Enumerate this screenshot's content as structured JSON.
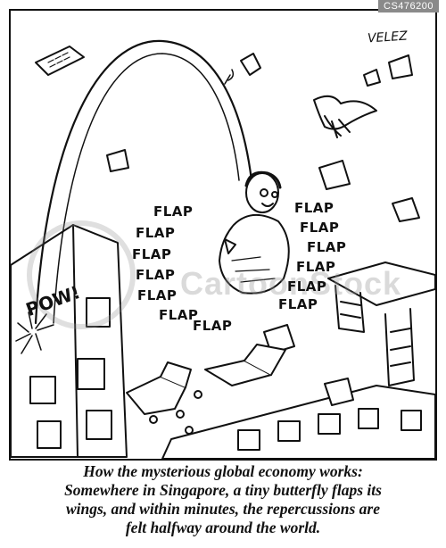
{
  "stamp": "CS476200",
  "signature": "VELEZ",
  "watermark": "CartoonStock",
  "sound_effects": {
    "pow": "POW!",
    "flap": "FLAP"
  },
  "caption": {
    "line1": "How the mysterious global economy works:",
    "line2": "Somewhere in Singapore, a tiny butterfly flaps its",
    "line3": "wings, and within minutes, the repercussions are",
    "line4": "felt halfway around the world."
  }
}
